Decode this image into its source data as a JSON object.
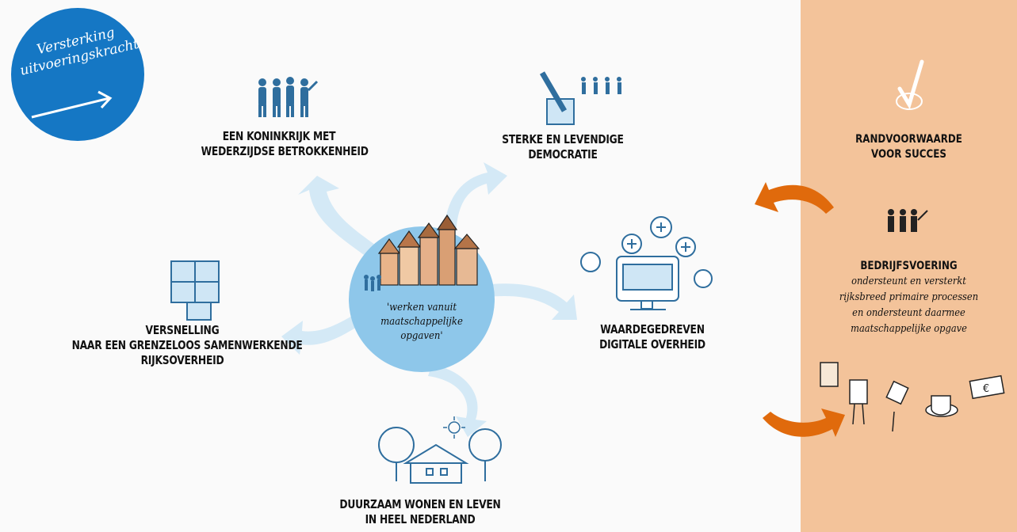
{
  "badge": {
    "line1": "Versterking",
    "line2": "uitvoeringskracht"
  },
  "center": {
    "line1": "'werken vanuit",
    "line2": "maatschappelijke",
    "line3": "opgaven'"
  },
  "themes": {
    "koninkrijk": {
      "line1": "EEN KONINKRIJK MET",
      "line2": "WEDERZIJDSE BETROKKENHEID"
    },
    "democratie": {
      "line1": "STERKE EN LEVENDIGE",
      "line2": "DEMOCRATIE"
    },
    "digitaal": {
      "line1": "WAARDEGEDREVEN",
      "line2": "DIGITALE OVERHEID"
    },
    "wonen": {
      "line1": "DUURZAAM WONEN EN LEVEN",
      "line2": "IN HEEL NEDERLAND"
    },
    "versnelling": {
      "line1": "VERSNELLING",
      "line2": "NAAR EEN GRENZELOOS SAMENWERKENDE",
      "line3": "RIJKSOVERHEID"
    }
  },
  "side_panel": {
    "heading": {
      "line1": "RANDVOORWAARDE",
      "line2": "VOOR SUCCES"
    },
    "title": "BEDRIJFSVOERING",
    "body": {
      "line1": "ondersteunt en versterkt",
      "line2": "rijksbreed primaire processen",
      "line3": "en ondersteunt daarmee",
      "line4": "maatschappelijke opgave"
    },
    "currency_symbol": "€"
  },
  "colors": {
    "badge_blue": "#1577c4",
    "icon_blue": "#2f6e9e",
    "swirl_light": "#cfe6f5",
    "center_circle": "#8ec7ea",
    "panel_peach": "#f3c39a",
    "arrow_orange": "#e06a0c"
  }
}
